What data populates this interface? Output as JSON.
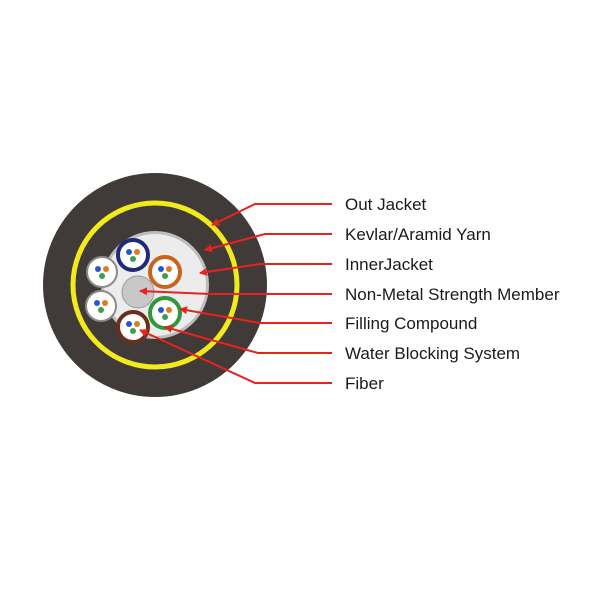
{
  "labels": {
    "out_jacket": "Out Jacket",
    "kevlar": "Kevlar/Aramid Yarn",
    "inner_jacket": "InnerJacket",
    "strength_member": "Non-Metal Strength Member",
    "filling_compound": "Filling Compound",
    "water_blocking": "Water Blocking System",
    "fiber": "Fiber"
  },
  "colors": {
    "out_jacket": "#403b38",
    "kevlar_ring": "#f2ea1d",
    "inner_jacket": "#403b38",
    "water_blocking": "#bdbdbd",
    "filling_compound": "#ececec",
    "strength_member": "#c8c8c8",
    "leader_line": "#e8231e",
    "tube_blue": "#1f2a78",
    "tube_orange": "#c8641e",
    "tube_green": "#2c9a3c",
    "tube_brown": "#6a2e1c",
    "tube_white": "#8a8a8a"
  },
  "icons": {
    "fiber_tube": "fiber-tube-icon"
  }
}
